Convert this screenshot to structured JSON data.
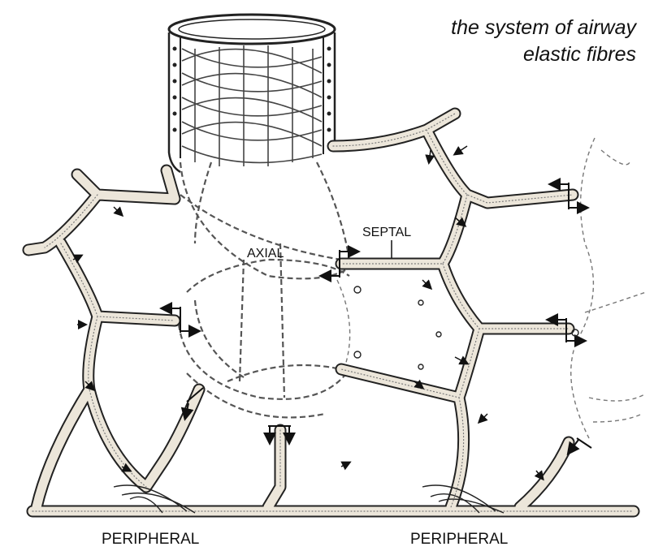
{
  "caption": {
    "line1": "the system of airway",
    "line2": "elastic fibres"
  },
  "labels": {
    "axial": "AXIAL",
    "septal": "SEPTAL",
    "peripheral_left": "PERIPHERAL",
    "peripheral_right": "PERIPHERAL"
  }
}
